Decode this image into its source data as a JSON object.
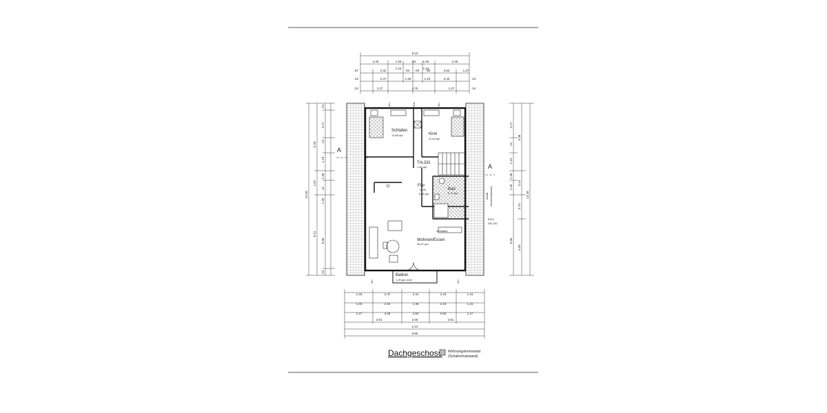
{
  "title": "Dachgeschoss",
  "legend": {
    "line1": "Wohnungstrennwand",
    "line2": "(Schallschutzwand)"
  },
  "section_marks": {
    "left": "A",
    "right": "A"
  },
  "rooms": {
    "schlafen": {
      "name": "Schlafen",
      "area": "12.89 qm"
    },
    "kind": {
      "name": "Kind",
      "area": "11.64 qm"
    },
    "treppe": {
      "name": "Trh.DG",
      "area": "1.64 qm"
    },
    "flur": {
      "name": "Flur",
      "height": "+2.90",
      "area": "6.90 qm"
    },
    "bad": {
      "name": "Bad",
      "area": "5.70 qm"
    },
    "wohnen": {
      "name": "Wohnen/Essen",
      "area": "34.47 qm"
    },
    "balkon": {
      "name": "Balkon",
      "area": "1.25 qm (1/4)"
    }
  },
  "annotations": {
    "abluft": "Abluft",
    "evg": "EVG",
    "dn": "DN 100",
    "lm": "1m",
    "ent": "Ent.",
    "vent": "Ventilator"
  },
  "dims_top": {
    "total": "9.23",
    "r1": [
      "2.40",
      "1.25",
      ".84",
      "1.25",
      "3.49"
    ],
    "r2": [
      "1.24",
      "1.24"
    ],
    "r3": [
      ".67",
      "2.32",
      ".94",
      ".93",
      ".85",
      "3.62",
      "1.27"
    ],
    "r4": [
      ".42",
      "2.47",
      "1.26",
      "1.10",
      "3.43",
      ".24"
    ],
    "r5": [
      ".24",
      "1.27",
      "4.79",
      "1.27",
      ".24"
    ]
  },
  "dims_bottom": {
    "r1": [
      "1.03",
      "2.47",
      "2.31",
      "2.23",
      "1.31"
    ],
    "r2": [
      "1.03",
      "3.42",
      "1.36",
      "2.23",
      "1.31"
    ],
    "r3": [
      "1.27",
      "3.28",
      "1.50",
      "2.50",
      "1.27"
    ],
    "r4": [
      "3.91",
      "2.00",
      "3.91"
    ],
    "r5": [
      "2.13"
    ],
    "total": "9.60"
  },
  "dims_left": {
    "outer": "13.49",
    "mid": [
      "5.20",
      "1.87",
      "6.41"
    ],
    "inner": [
      ".24",
      "2.17",
      ".12",
      "1.19",
      "1.36",
      ".11",
      "1.49",
      "5.96",
      ".24"
    ]
  },
  "dims_right": {
    "inner": [
      "2.17",
      ".12",
      "1.19",
      "1.36",
      "1.49",
      "5.96"
    ],
    "mid": [
      "3.36",
      "2.14",
      "3.74",
      "4.50"
    ],
    "outer": "13.49",
    "label": "Sicherheitswand"
  }
}
